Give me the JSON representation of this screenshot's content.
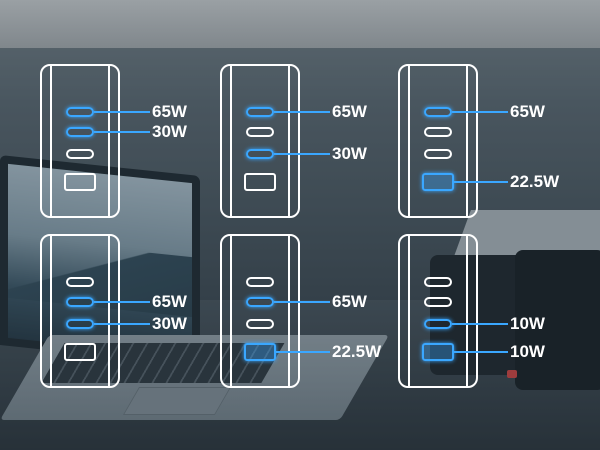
{
  "chargers": [
    {
      "ports": [
        {
          "type": "usb-c",
          "lit": true,
          "watt": "65W"
        },
        {
          "type": "usb-c",
          "lit": true,
          "watt": "30W"
        },
        {
          "type": "usb-c",
          "lit": false,
          "watt": ""
        },
        {
          "type": "usb-a",
          "lit": false,
          "watt": ""
        }
      ]
    },
    {
      "ports": [
        {
          "type": "usb-c",
          "lit": true,
          "watt": "65W"
        },
        {
          "type": "usb-c",
          "lit": false,
          "watt": ""
        },
        {
          "type": "usb-c",
          "lit": true,
          "watt": "30W"
        },
        {
          "type": "usb-a",
          "lit": false,
          "watt": ""
        }
      ]
    },
    {
      "ports": [
        {
          "type": "usb-c",
          "lit": true,
          "watt": "65W"
        },
        {
          "type": "usb-c",
          "lit": false,
          "watt": ""
        },
        {
          "type": "usb-c",
          "lit": false,
          "watt": ""
        },
        {
          "type": "usb-a",
          "lit": true,
          "watt": "22.5W"
        }
      ]
    },
    {
      "ports": [
        {
          "type": "usb-c",
          "lit": false,
          "watt": ""
        },
        {
          "type": "usb-c",
          "lit": true,
          "watt": "65W"
        },
        {
          "type": "usb-c",
          "lit": true,
          "watt": "30W"
        },
        {
          "type": "usb-a",
          "lit": false,
          "watt": ""
        }
      ]
    },
    {
      "ports": [
        {
          "type": "usb-c",
          "lit": false,
          "watt": ""
        },
        {
          "type": "usb-c",
          "lit": true,
          "watt": "65W"
        },
        {
          "type": "usb-c",
          "lit": false,
          "watt": ""
        },
        {
          "type": "usb-a",
          "lit": true,
          "watt": "22.5W"
        }
      ]
    },
    {
      "ports": [
        {
          "type": "usb-c",
          "lit": false,
          "watt": ""
        },
        {
          "type": "usb-c",
          "lit": false,
          "watt": ""
        },
        {
          "type": "usb-c",
          "lit": true,
          "watt": "10W"
        },
        {
          "type": "usb-a",
          "lit": true,
          "watt": "10W"
        }
      ]
    }
  ],
  "colors": {
    "accent": "#3aa7ff",
    "outline": "#ffffff"
  }
}
